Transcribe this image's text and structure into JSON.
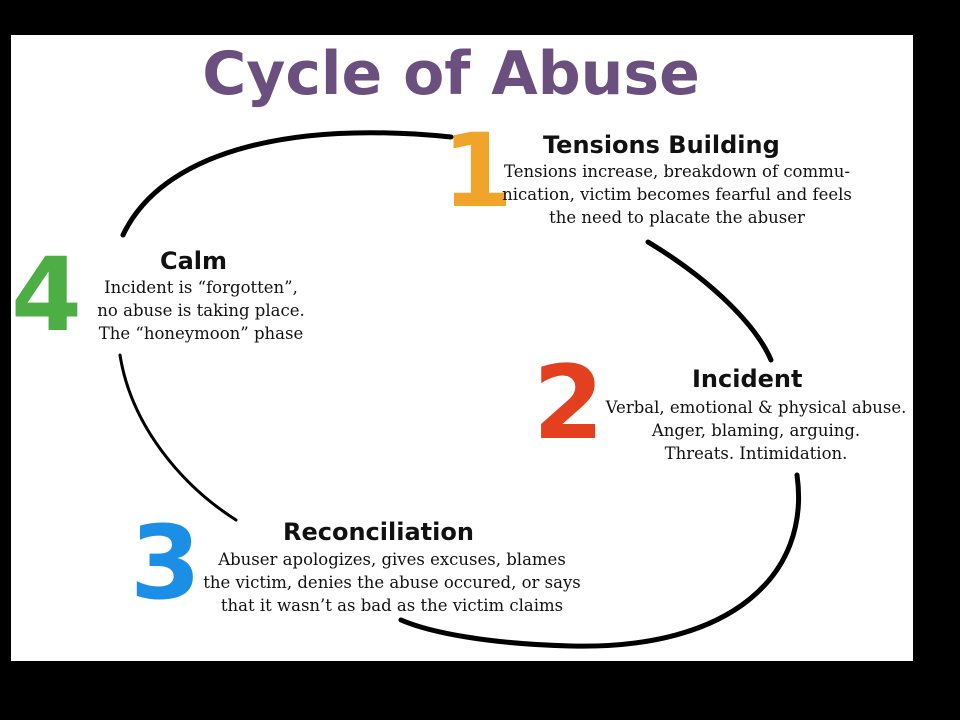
{
  "title": "Cycle of Abuse",
  "colors": {
    "title": "#6b4f7e",
    "stage1": "#f0a429",
    "stage2": "#e2401f",
    "stage3": "#1b8fe6",
    "stage4": "#4cae45"
  },
  "stages": [
    {
      "number": "1",
      "title": "Tensions Building",
      "lines": [
        "Tensions increase, breakdown of commu-",
        "nication, victim becomes fearful and feels",
        "the need to placate the abuser"
      ]
    },
    {
      "number": "2",
      "title": "Incident",
      "lines": [
        "Verbal, emotional & physical abuse.",
        "Anger, blaming, arguing.",
        "Threats.  Intimidation."
      ]
    },
    {
      "number": "3",
      "title": "Reconciliation",
      "lines": [
        "Abuser apologizes, gives excuses, blames",
        "the victim, denies the abuse occured, or says",
        "that it wasn’t as bad as the victim claims"
      ]
    },
    {
      "number": "4",
      "title": "Calm",
      "lines": [
        "Incident is “forgotten”,",
        "no abuse is taking place.",
        "The “honeymoon” phase"
      ]
    }
  ]
}
